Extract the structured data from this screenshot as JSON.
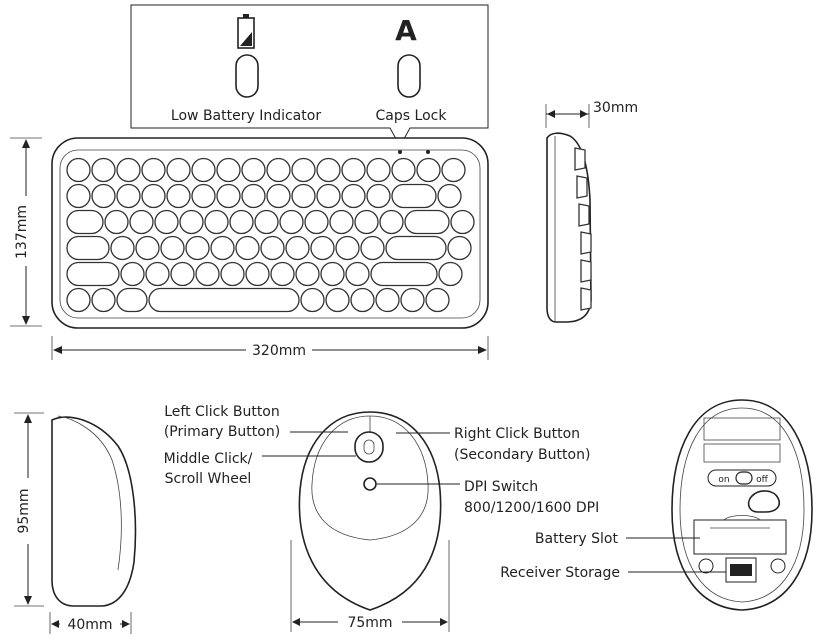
{
  "keyboard": {
    "indicator_battery": "Low Battery Indicator",
    "indicator_caps": "Caps Lock",
    "caps_letter": "A",
    "width_dim": "320mm",
    "height_dim": "137mm",
    "depth_dim": "30mm"
  },
  "mouse": {
    "height_dim": "95mm",
    "side_width_dim": "40mm",
    "top_width_dim": "75mm",
    "left_click_line1": "Left Click Button",
    "left_click_line2": "(Primary Button)",
    "middle_click_line1": "Middle Click/",
    "middle_click_line2": "Scroll Wheel",
    "right_click_line1": "Right Click Button",
    "right_click_line2": "(Secondary Button)",
    "dpi_line1": "DPI Switch",
    "dpi_line2": "800/1200/1600 DPI",
    "battery_slot": "Battery Slot",
    "receiver_storage": "Receiver Storage",
    "switch_on": "on",
    "switch_off": "off"
  }
}
